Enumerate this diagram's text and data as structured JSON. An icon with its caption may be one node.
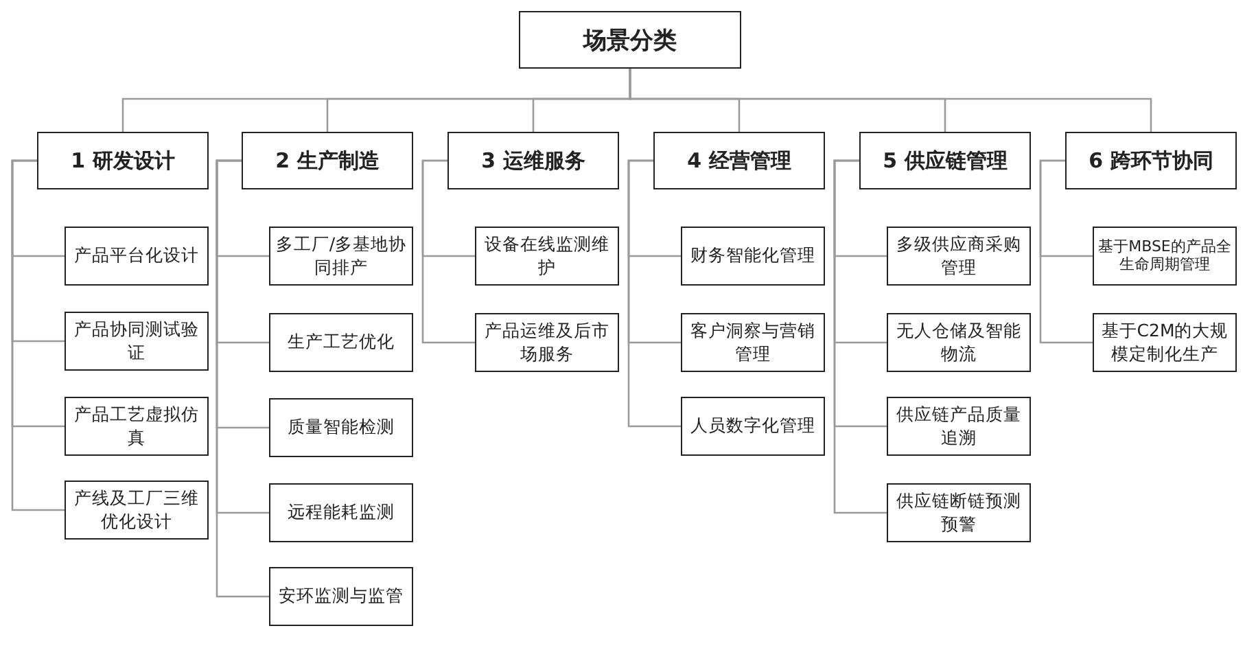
{
  "diagram": {
    "nodes": [
      {
        "text": [
          "场景分类"
        ]
      },
      {
        "text": [
          "1 研发设计"
        ]
      },
      {
        "text": [
          "产品平台化设计"
        ]
      },
      {
        "text": [
          "产品协同测试验证"
        ]
      },
      {
        "text": [
          "产品工艺虚拟仿真"
        ]
      },
      {
        "text": [
          "产线及工厂三维优化设计"
        ]
      },
      {
        "text": [
          "2 生产制造"
        ]
      },
      {
        "text": [
          "多工厂/多基地协同排产"
        ]
      },
      {
        "text": [
          "生产工艺优化"
        ]
      },
      {
        "text": [
          "质量智能检测"
        ]
      },
      {
        "text": [
          "远程能耗监测"
        ]
      },
      {
        "text": [
          "安环监测与监管"
        ]
      },
      {
        "text": [
          "3 运维服务"
        ]
      },
      {
        "text": [
          "设备在线监测维护"
        ]
      },
      {
        "text": [
          "产品运维及后市场服务"
        ]
      },
      {
        "text": [
          "4 经营管理"
        ]
      },
      {
        "text": [
          "财务智能化管理"
        ]
      },
      {
        "text": [
          "客户洞察与营销管理"
        ]
      },
      {
        "text": [
          "人员数字化管理"
        ]
      },
      {
        "text": [
          "5 供应链管理"
        ]
      },
      {
        "text": [
          "多级供应商采购管理"
        ]
      },
      {
        "text": [
          "无人仓储及智能物流"
        ]
      },
      {
        "text": [
          "供应链产品质量追溯"
        ]
      },
      {
        "text": [
          "供应链断链预测预警"
        ]
      },
      {
        "text": [
          "6 跨环节协同"
        ]
      },
      {
        "text": [
          "基于MBSE的产品全生命周期管理"
        ]
      },
      {
        "text": [
          "基于C2M的大规模定制化生产"
        ]
      }
    ],
    "edges": [
      {
        "from": 0,
        "to": 1,
        "arrow": "none"
      },
      {
        "from": 0,
        "to": 6,
        "arrow": "none"
      },
      {
        "from": 0,
        "to": 12,
        "arrow": "none"
      },
      {
        "from": 0,
        "to": 15,
        "arrow": "none"
      },
      {
        "from": 0,
        "to": 19,
        "arrow": "none"
      },
      {
        "from": 0,
        "to": 24,
        "arrow": "none"
      },
      {
        "from": 1,
        "to": 2,
        "arrow": "none"
      },
      {
        "from": 1,
        "to": 3,
        "arrow": "none"
      },
      {
        "from": 1,
        "to": 4,
        "arrow": "none"
      },
      {
        "from": 1,
        "to": 5,
        "arrow": "none"
      },
      {
        "from": 6,
        "to": 7,
        "arrow": "none"
      },
      {
        "from": 6,
        "to": 8,
        "arrow": "none"
      },
      {
        "from": 6,
        "to": 9,
        "arrow": "none"
      },
      {
        "from": 6,
        "to": 10,
        "arrow": "none"
      },
      {
        "from": 6,
        "to": 11,
        "arrow": "none"
      },
      {
        "from": 12,
        "to": 13,
        "arrow": "none"
      },
      {
        "from": 12,
        "to": 14,
        "arrow": "none"
      },
      {
        "from": 15,
        "to": 16,
        "arrow": "none"
      },
      {
        "from": 15,
        "to": 17,
        "arrow": "none"
      },
      {
        "from": 15,
        "to": 18,
        "arrow": "none"
      },
      {
        "from": 19,
        "to": 20,
        "arrow": "none"
      },
      {
        "from": 19,
        "to": 21,
        "arrow": "none"
      },
      {
        "from": 19,
        "to": 22,
        "arrow": "none"
      },
      {
        "from": 19,
        "to": 23,
        "arrow": "none"
      },
      {
        "from": 24,
        "to": 25,
        "arrow": "none"
      },
      {
        "from": 24,
        "to": 26,
        "arrow": "none"
      }
    ]
  }
}
